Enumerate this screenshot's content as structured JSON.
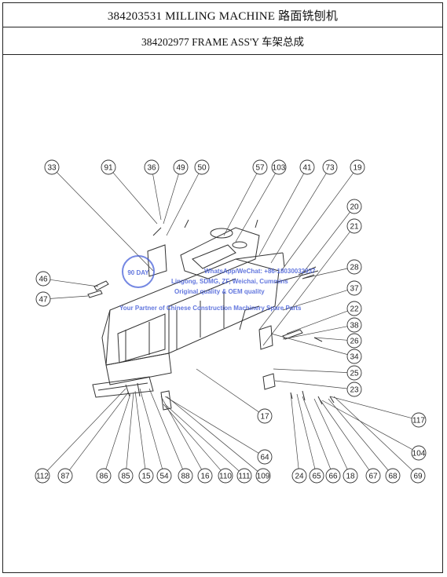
{
  "header": {
    "title": "384203531 MILLING MACHINE 路面铣刨机",
    "subtitle": "384202977 FRAME ASS'Y 车架总成"
  },
  "watermark": {
    "badge_text": "90 DAY",
    "lines": [
      "WhatsApp/WeChat: +86-18030032937",
      "Lingong, SDMG, ZF, Weichai, Cummins",
      "Original quality & OEM quality",
      "Your Partner of Chinese Construction Machinery Spare Parts"
    ],
    "color": "#3b55d6"
  },
  "callouts": {
    "top_row": [
      "33",
      "91",
      "36",
      "49",
      "50",
      "57",
      "103",
      "41",
      "73",
      "19"
    ],
    "left": [
      "46",
      "47"
    ],
    "right": [
      "20",
      "21",
      "28",
      "37",
      "22",
      "38",
      "26",
      "34",
      "25",
      "23",
      "17",
      "117",
      "104",
      "64"
    ],
    "bottom_row": [
      "112",
      "87",
      "86",
      "85",
      "15",
      "54",
      "88",
      "16",
      "110",
      "111",
      "109",
      "24",
      "65",
      "66",
      "18",
      "67",
      "68",
      "69"
    ]
  }
}
